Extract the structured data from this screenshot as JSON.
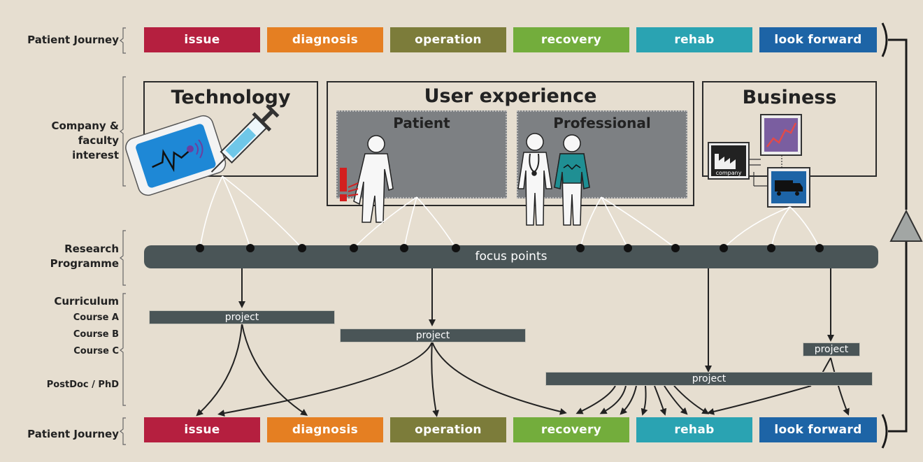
{
  "labels": {
    "patient_journey_top": "Patient Journey",
    "company_interest": "Company & faculty interest",
    "research_programme": "Research Programme",
    "curriculum": "Curriculum",
    "course_a": "Course A",
    "course_b": "Course B",
    "course_c": "Course C",
    "postdoc": "PostDoc / PhD",
    "patient_journey_bottom": "Patient Journey"
  },
  "journey_top": [
    {
      "label": "issue",
      "color": "#b51f3f"
    },
    {
      "label": "diagnosis",
      "color": "#e57f22"
    },
    {
      "label": "operation",
      "color": "#7c7c3a"
    },
    {
      "label": "recovery",
      "color": "#73ad3c"
    },
    {
      "label": "rehab",
      "color": "#2aa3b2"
    },
    {
      "label": "look forward",
      "color": "#1d64a6"
    }
  ],
  "journey_bottom": [
    {
      "label": "issue",
      "color": "#b51f3f"
    },
    {
      "label": "diagnosis",
      "color": "#e57f22"
    },
    {
      "label": "operation",
      "color": "#7c7c3a"
    },
    {
      "label": "recovery",
      "color": "#73ad3c"
    },
    {
      "label": "rehab",
      "color": "#2aa3b2"
    },
    {
      "label": "look forward",
      "color": "#1d64a6"
    }
  ],
  "interest": {
    "technology": "Technology",
    "user_experience": "User experience",
    "patient": "Patient",
    "professional": "Professional",
    "business": "Business",
    "company_sign": "company"
  },
  "focus_bar": "focus points",
  "project_label": "project",
  "colors": {
    "background": "#e6ded0",
    "bar": "#4a5557",
    "panel_grey": "#7d8083"
  }
}
